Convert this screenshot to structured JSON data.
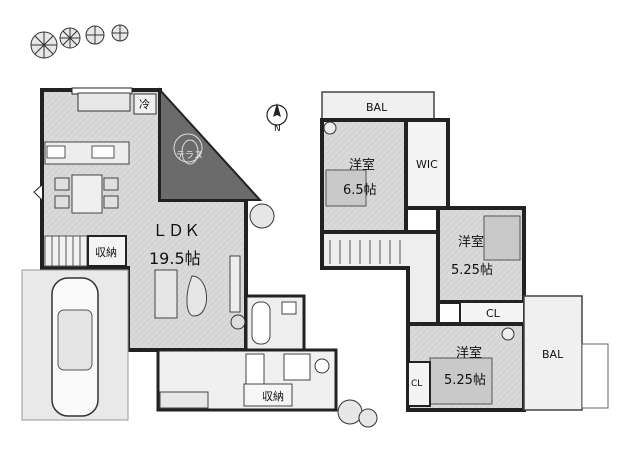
{
  "rooms": {
    "ldk_name": "ＬＤＫ",
    "ldk_size": "19.5帖",
    "storage_1": "収納",
    "storage_2": "収納",
    "fridge": "冷",
    "terrace": "テラス",
    "bedroom1_name": "洋室",
    "bedroom1_size": "6.5帖",
    "wic": "WIC",
    "bedroom2_name": "洋室",
    "bedroom2_size": "5.25帖",
    "bedroom3_name": "洋室",
    "bedroom3_size": "5.25帖",
    "closet_1": "CL",
    "closet_2": "CL",
    "balcony_1": "BAL",
    "balcony_2": "BAL"
  },
  "compass": {
    "label": "N"
  }
}
